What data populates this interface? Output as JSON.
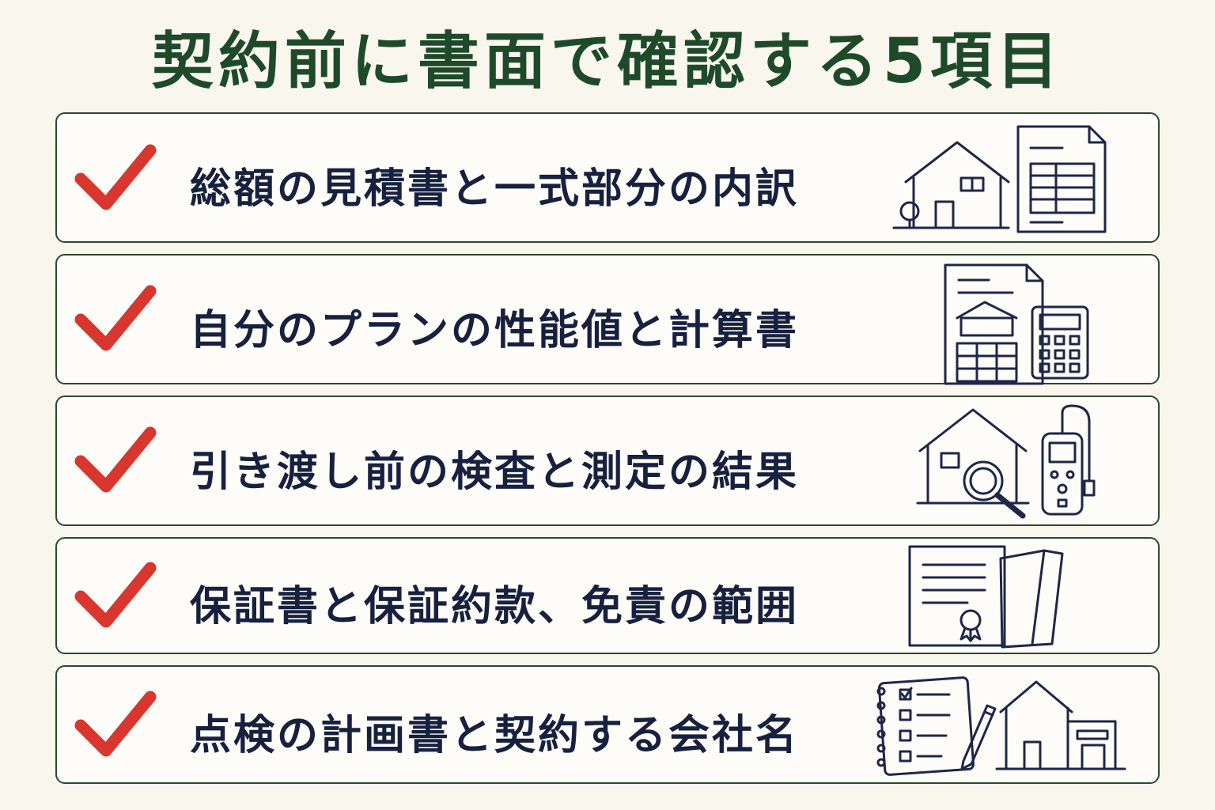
{
  "title": "契約前に書面で確認する5項目",
  "items": [
    {
      "label": "総額の見積書と一式部分の内訳",
      "icon": "house-and-spreadsheet-document-icon"
    },
    {
      "label": "自分のプランの性能値と計算書",
      "icon": "plan-document-and-calculator-icon"
    },
    {
      "label": "引き渡し前の検査と測定の結果",
      "icon": "house-magnifier-and-meter-icon"
    },
    {
      "label": "保証書と保証約款、免責の範囲",
      "icon": "certificate-and-booklet-icon"
    },
    {
      "label": "点検の計画書と契約する会社名",
      "icon": "checklist-pen-and-house-icon"
    }
  ],
  "colors": {
    "title": "#1e4a2a",
    "check": "#d8362e",
    "text": "#17213f",
    "border": "#2a4a2c",
    "background": "#f9f6ee"
  }
}
